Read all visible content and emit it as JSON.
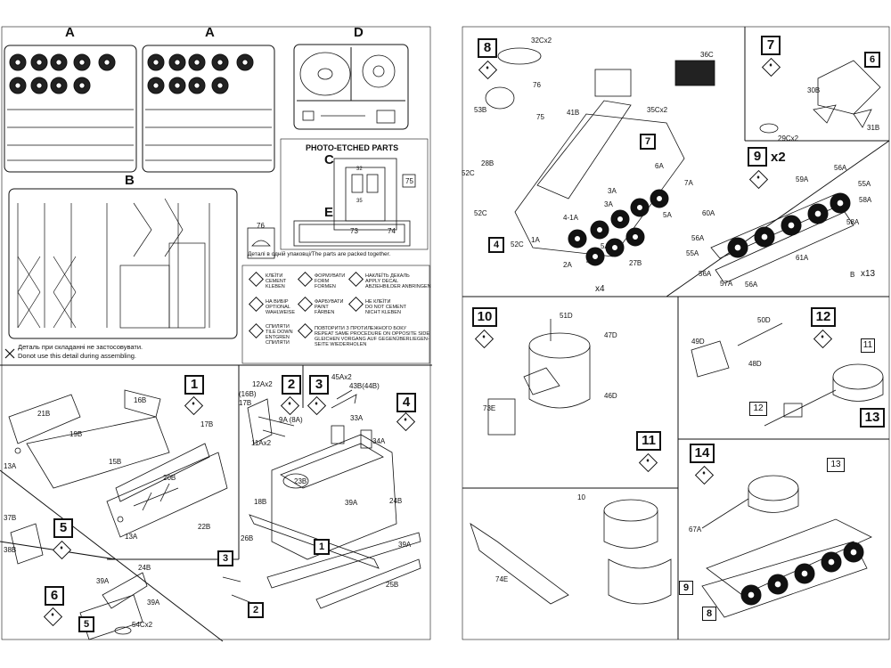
{
  "sprues": {
    "A": "A",
    "A2": "A",
    "B": "B",
    "D": "D",
    "C": "C",
    "E": "E",
    "pe_title": "PHOTO-ETCHED PARTS",
    "part75": "75",
    "part76": "76",
    "packed_note": "Деталі в одній упаковці/The parts are packed together.",
    "unused_note_ua": "Деталь при складанні не застосовувати.",
    "unused_note_en": "Donot use this detail during assembling."
  },
  "legend": {
    "cement": "КЛЕЇТИ\nCEMENT\nKLEBEN",
    "form": "ФОРМУВАТИ\nFORM\nFORMEN",
    "decal": "НАКЛЕЇТЬ ДЕКАЛЬ\nAPPLY DECAL\nABZIEHBILDER ANBRINGEN",
    "optional": "НА ВИБІР\nOPTIONAL\nWAHLWEISE",
    "paint": "ФАРБУВАТИ\nPAINT\nFÄRBEN",
    "no_cement": "НЕ КЛЕЇТИ\nDO NOT CEMENT\nNICHT KLEBEN",
    "cut": "СПИЛЯТИ\nTILE DOWN\nENTGREN\nСПИЛЯТИ",
    "repeat": "ПОВТОРИТИ З ПРОТИЛЕЖНОГО БОКУ\nREPEAT SAME PROCEDURE ON OPPOSITE SIDE\nGLEICHEN VORGANG AUF GEGENÜBERLIEGEN-\nSEITE WIEDERHOLEN"
  },
  "steps": {
    "s1": "1",
    "s2": "2",
    "s3": "3",
    "s4": "4",
    "s5": "5",
    "s6": "6",
    "s7": "7",
    "s8": "8",
    "s9": "9",
    "s9x": "x2",
    "s10": "10",
    "s11": "11",
    "s12": "12",
    "s13": "13",
    "s14": "14"
  },
  "parts": {
    "p21B": "21B",
    "p16B": "16B",
    "p19B": "19B",
    "p17B": "17B",
    "p15B": "15B",
    "p13A": "13A",
    "p20B": "20B",
    "p13A2": "13A",
    "p22B": "22B",
    "p12Ax2": "12Ax2",
    "p16B2": "(16B)",
    "p17B2": "17B",
    "p9A": "9A (8A)",
    "p11Ax2": "11Ax2",
    "p45Ax2": "45Ax2",
    "p43B": "43B(44B)",
    "p33A": "33A",
    "p23B": "23B",
    "p34A": "34A",
    "p18B": "18B",
    "p24B": "24B",
    "p39A": "39A",
    "p26B": "26B",
    "p39A2": "39A",
    "p25B": "25B",
    "p37B": "37B",
    "p38B": "38B",
    "p24B2": "24B",
    "p39A3": "39A",
    "p39A4": "39A",
    "p54C": "54Cx2",
    "r32C": "32Cx2",
    "r36C": "36C",
    "r76": "76",
    "r41B": "41B",
    "r53B": "53B",
    "r75": "75",
    "r35C": "35Cx2",
    "r28B": "28B",
    "r52C": "52C",
    "r52C2": "52C",
    "r52C3": "52C",
    "r1A": "1A",
    "r41A": "4-1A",
    "r2A": "2A",
    "r4A": "4A",
    "r3A": "3A",
    "r3A2": "3A",
    "r5A": "5A",
    "r5A2": "5A",
    "r6A": "6A",
    "r7A": "7A",
    "r27B": "27B",
    "r30B": "30B",
    "r31B": "31B",
    "r29C": "29Cx2",
    "r56A": "56A",
    "r59A": "59A",
    "r55A": "55A",
    "r58A": "58A",
    "r60A": "60A",
    "r58A2": "58A",
    "r56A2": "56A",
    "r55A2": "55A",
    "r61A": "61A",
    "r56A3": "56A",
    "r57A": "57A",
    "r56A4": "56A",
    "rB13": "B",
    "rx13": "x13",
    "rx4": "x4",
    "r51D": "51D",
    "r47D": "47D",
    "r46D": "46D",
    "r73E": "73E",
    "r50D": "50D",
    "r49D": "49D",
    "r48D": "48D",
    "r74E": "74E",
    "r67A": "67A",
    "r_10": "10",
    "r_11": "11",
    "r_12": "12",
    "r_13": "13",
    "r_6": "6",
    "r_7": "7",
    "r_8": "8",
    "r_9": "9",
    "r_1": "1",
    "r_2": "2",
    "r_3": "3",
    "r_5": "5"
  },
  "pe": {
    "n73": "73",
    "n74": "74",
    "n32": "32",
    "n35": "35"
  }
}
